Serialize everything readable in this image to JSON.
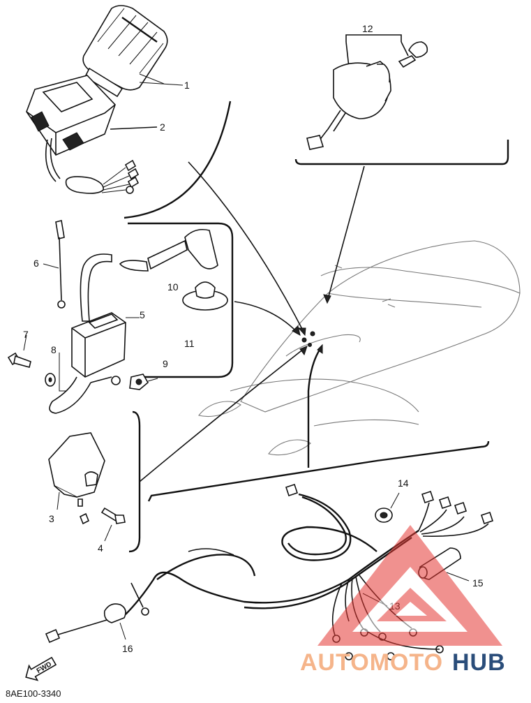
{
  "diagram": {
    "part_callouts": [
      "1",
      "2",
      "3",
      "4",
      "5",
      "6",
      "7",
      "8",
      "9",
      "10",
      "11",
      "12",
      "13",
      "14",
      "15",
      "16"
    ],
    "drawing_code": "8AE100-3340",
    "fwd_label": "FWD"
  },
  "watermark": {
    "text_a": "AUTOMOTO",
    "text_b": "HUB",
    "logo_color": "#e53935",
    "text_a_color": "#f5b48a",
    "text_b_color": "#2a4d7a"
  }
}
